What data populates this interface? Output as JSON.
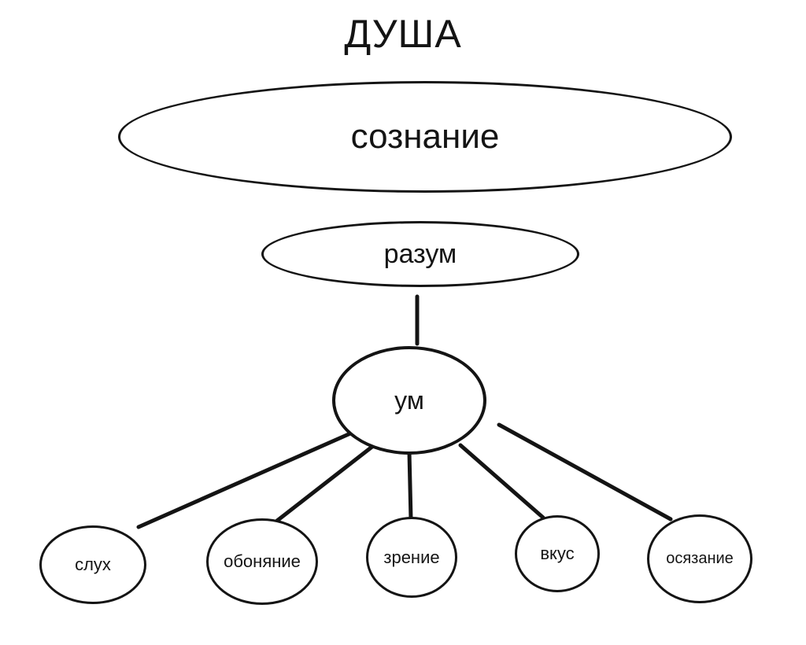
{
  "diagram": {
    "title": "ДУША",
    "nodes": {
      "consciousness": "сознание",
      "reason": "разум",
      "mind": "ум",
      "hearing": "слух",
      "smell": "обоняние",
      "sight": "зрение",
      "taste": "вкус",
      "touch": "осязание"
    },
    "colors": {
      "stroke": "#141414",
      "background": "#ffffff"
    }
  }
}
